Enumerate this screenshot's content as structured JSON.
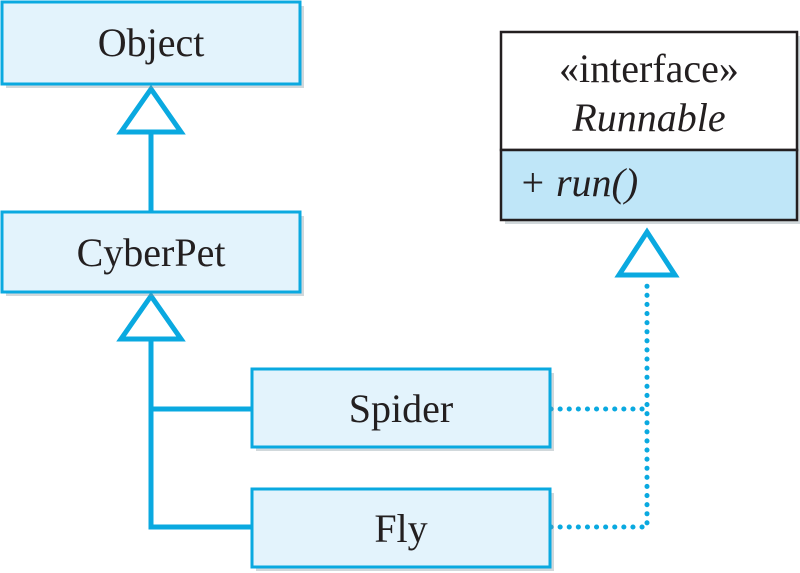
{
  "classes": {
    "object": "Object",
    "cyberpet": "CyberPet",
    "spider": "Spider",
    "fly": "Fly"
  },
  "interface": {
    "stereotype": "«interface»",
    "name": "Runnable",
    "method": "+ run()"
  },
  "colors": {
    "accent": "#0aa9e0",
    "class_fill": "#e3f3fc",
    "method_fill": "#bfe6f8",
    "text": "#231f20"
  }
}
